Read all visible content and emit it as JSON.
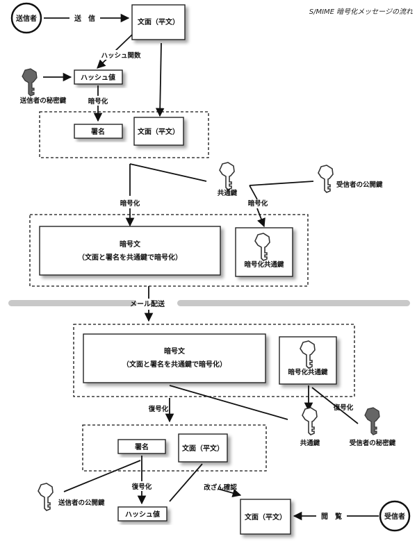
{
  "title": "S/MIME 暗号化メッセージの流れ",
  "sender": "送信者",
  "receiver": "受信者",
  "labels": {
    "send": "送　信",
    "plaintext": "文面（平文）",
    "hash_function": "ハッシュ関数",
    "hash_value": "ハッシュ値",
    "sender_private_key": "送信者の秘密鍵",
    "encrypt": "暗号化",
    "signature": "署名",
    "common_key": "共通鍵",
    "receiver_public_key": "受信者の公開鍵",
    "ciphertext": "暗号文",
    "ciphertext_note": "（文面と署名を共通鍵で暗号化）",
    "encrypted_common_key": "暗号化共通鍵",
    "mail_delivery": "メール配送",
    "decrypt": "復号化",
    "receiver_private_key": "受信者の秘密鍵",
    "sender_public_key": "送信者の公開鍵",
    "tamper_check": "改ざん確認",
    "browse": "閲　覧"
  }
}
